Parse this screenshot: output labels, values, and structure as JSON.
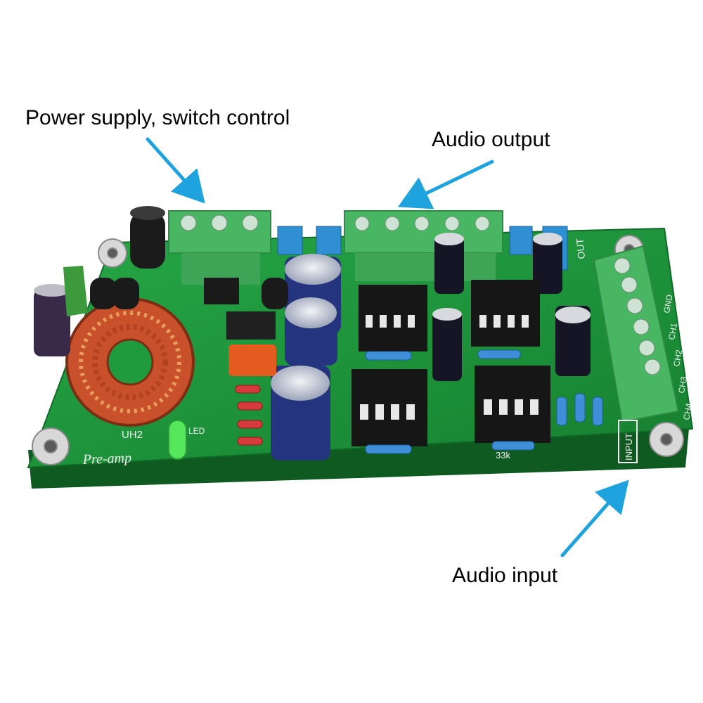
{
  "annotations": {
    "power": "Power supply, switch control",
    "output": "Audio output",
    "input": "Audio input"
  },
  "board_silkscreen": {
    "module_name": "Pre-amp",
    "regulator_ref": "UH2",
    "input_label": "INPUT",
    "output_label": "OUT",
    "led_label": "LED",
    "resistor_value": "33k",
    "channels": [
      "CH4",
      "CH3",
      "CH2",
      "CH1",
      "GND"
    ]
  },
  "colors": {
    "pcb": "#1f9a3c",
    "terminal_block": "#44b25e",
    "arrow": "#1fa3de",
    "coil_copper": "#c8502a",
    "capacitor": "#25347e",
    "ic": "#161616",
    "led": "#55e85a"
  },
  "icons": {
    "arrow": "arrow-pointer-icon"
  }
}
